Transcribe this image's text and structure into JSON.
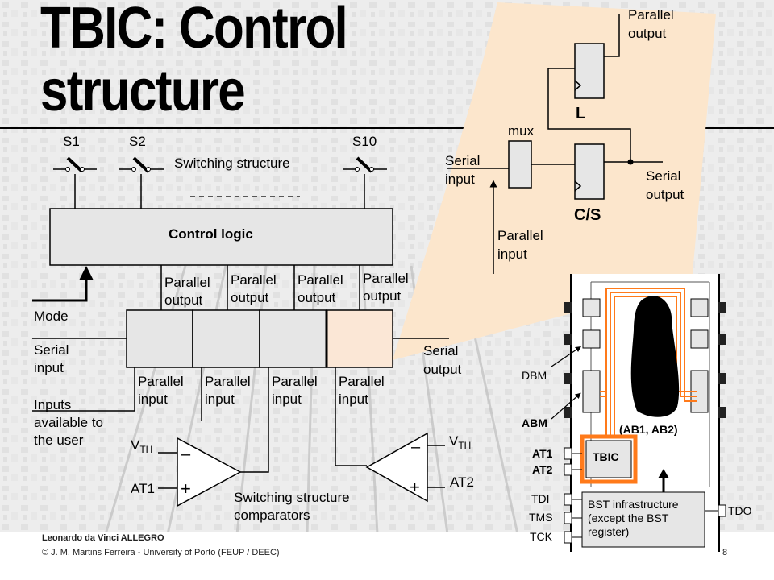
{
  "slide": {
    "title_line1": "TBIC: Control",
    "title_line2": "structure",
    "footer_line1": "Leonardo da Vinci ALLEGRO",
    "footer_line2": "© J. M. Martins Ferreira - University of Porto (FEUP / DEEC)",
    "page_number": "8"
  },
  "main_diagram": {
    "switches": [
      "S1",
      "S2",
      "S10"
    ],
    "switching_structure_label": "Switching structure",
    "control_logic_label": "Control logic",
    "mode_label": "Mode",
    "serial_input_lines": [
      "Serial",
      "input"
    ],
    "serial_output_lines": [
      "Serial",
      "output"
    ],
    "parallel_output_lines": [
      "Parallel",
      "output"
    ],
    "parallel_input_lines": [
      "Parallel",
      "input"
    ],
    "inputs_lines": [
      "Inputs",
      "available to",
      "the user"
    ],
    "vth_main": "V",
    "vth_sub": "TH",
    "at1_label": "AT1",
    "at2_label": "AT2",
    "minus_sign": "–",
    "plus_sign": "+",
    "comparators_lines": [
      "Switching structure",
      "comparators"
    ]
  },
  "cell_detail": {
    "parallel_output_lines": [
      "Parallel",
      "output"
    ],
    "mux_label": "mux",
    "latch_label": "L",
    "cs_label": "C/S",
    "serial_input_lines": [
      "Serial",
      "input"
    ],
    "serial_output_lines": [
      "Serial",
      "output"
    ],
    "parallel_input_lines": [
      "Parallel",
      "input"
    ]
  },
  "chip": {
    "dbm_label": "DBM",
    "abm_label": "ABM",
    "ab_label": "(AB1, AB2)",
    "at1_label": "AT1",
    "at2_label": "AT2",
    "tbic_label": "TBIC",
    "tdi_label": "TDI",
    "tms_label": "TMS",
    "tck_label": "TCK",
    "tdo_label": "TDO",
    "bst_lines": [
      "BST infrastructure",
      "(except the BST",
      "register)"
    ]
  },
  "colors": {
    "callout": "#FCE6CC",
    "tbic_orange": "#FF7A1A",
    "cell_fill": "#E6E6E6",
    "highlight_cell": "#FBE7D6"
  }
}
